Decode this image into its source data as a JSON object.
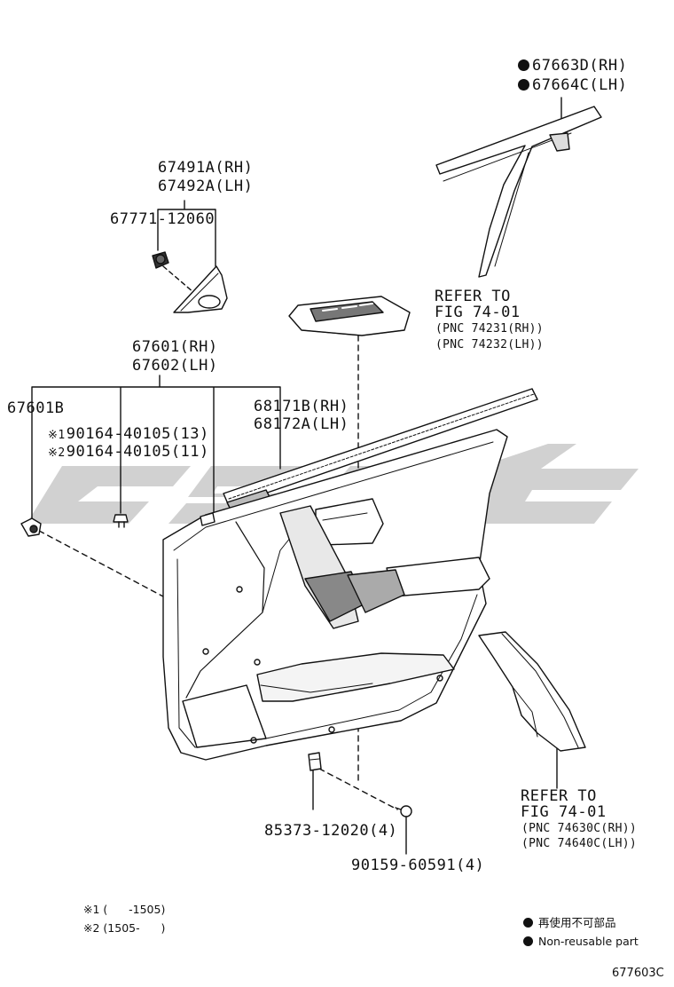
{
  "labels": {
    "p67663d": "67663D(RH)",
    "p67664c": "67664C(LH)",
    "p67491a": "67491A(RH)",
    "p67492a": "67492A(LH)",
    "p67771": "67771-12060",
    "refer1_a": "REFER TO",
    "refer1_b": "FIG 74-01",
    "refer1_c": "(PNC 74231(RH))",
    "refer1_d": "(PNC 74232(LH))",
    "p67601": "67601(RH)",
    "p67602": "67602(LH)",
    "p67601b": "67601B",
    "p90164_13": "90164-40105(13)",
    "p90164_11": "90164-40105(11)",
    "p68171b": "68171B(RH)",
    "p68172a": "68172A(LH)",
    "refer2_a": "REFER TO",
    "refer2_b": "FIG 74-01",
    "refer2_c": "(PNC 74630C(RH))",
    "refer2_d": "(PNC 74640C(LH))",
    "p85373": "85373-12020(4)",
    "p90159": "90159-60591(4)",
    "mark1": "※1",
    "mark2": "※2",
    "note1": "(      -1505)",
    "note2": "(1505-      )",
    "legend_jp": "再使用不可部品",
    "legend_en": "Non-reusable part",
    "figure_id": "677603C"
  },
  "colors": {
    "line": "#111111",
    "watermark": "#c8c8c8",
    "part_fill": "#ffffff",
    "part_shade": "#9a9a9a"
  }
}
